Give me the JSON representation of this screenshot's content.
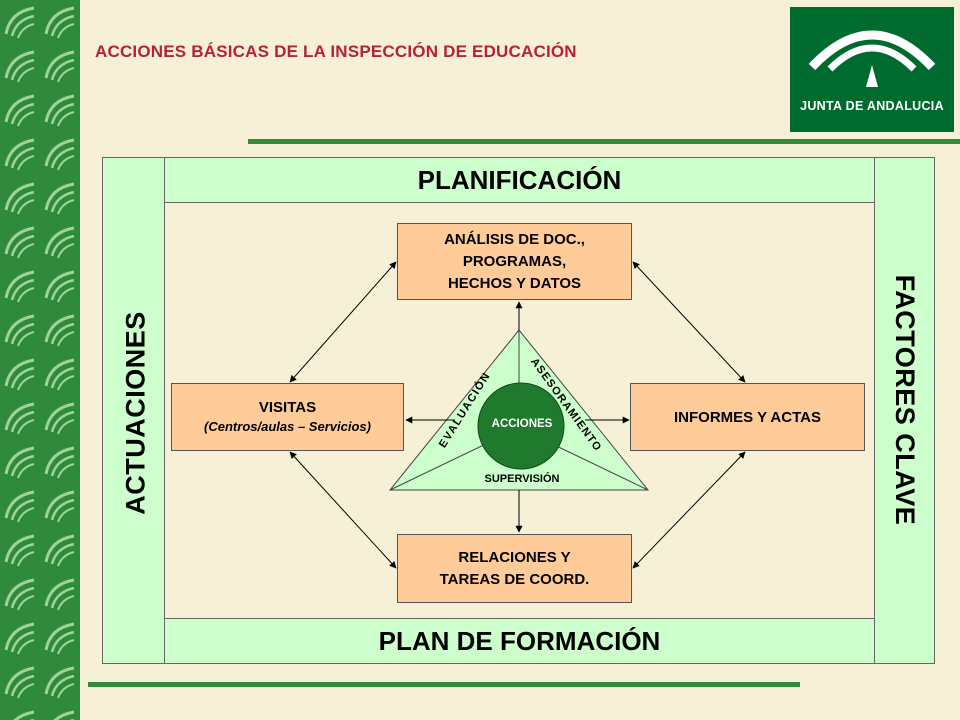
{
  "header": {
    "title": "ACCIONES BÁSICAS DE LA INSPECCIÓN DE EDUCACIÓN",
    "logo_text": "JUNTA DE ANDALUCIA"
  },
  "diagram": {
    "top_band": "PLANIFICACIÓN",
    "bottom_band": "PLAN DE FORMACIÓN",
    "left_column": "ACTUACIONES",
    "right_column": "FACTORES CLAVE",
    "boxes": {
      "analisis": [
        "ANÁLISIS DE DOC.,",
        "PROGRAMAS,",
        "HECHOS Y DATOS"
      ],
      "visitas": {
        "title": "VISITAS",
        "subtitle": "(Centros/aulas – Servicios)"
      },
      "informes": "INFORMES Y ACTAS",
      "relaciones": [
        "RELACIONES Y",
        "TAREAS DE COORD."
      ]
    },
    "triangle": {
      "center": "ACCIONES",
      "left_side": "EVALUACIÓN",
      "right_side": "ASESORAMIENTO",
      "bottom_side": "SUPERVISIÓN"
    }
  },
  "colors": {
    "sidebar": "#2f8a3c",
    "title": "#b5203c",
    "band": "#ccffcc",
    "box": "#ffcc99",
    "triangle": "#ccffcc",
    "circle": "#1f7a2e",
    "logo_bg": "#006b2f"
  }
}
